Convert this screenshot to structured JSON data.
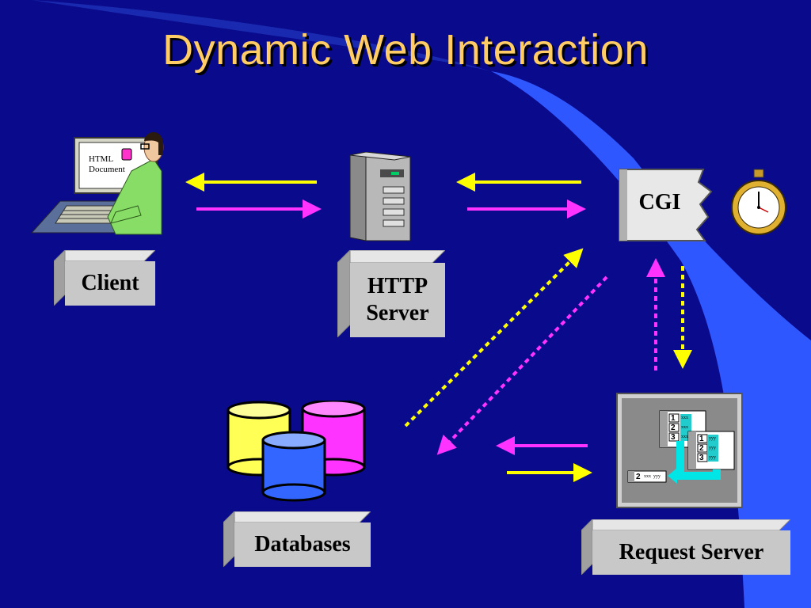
{
  "title": "Dynamic Web Interaction",
  "client": {
    "label": "Client",
    "screen_text_line1": "HTML",
    "screen_text_line2": "Document"
  },
  "http_server": {
    "label_line1": "HTTP",
    "label_line2": "Server"
  },
  "cgi": {
    "label": "CGI"
  },
  "databases": {
    "label": "Databases"
  },
  "request_server": {
    "label": "Request Server",
    "rows": [
      "1",
      "2",
      "3"
    ],
    "cell_x": "xxx",
    "cell_y": "yyy",
    "moved_row": "2"
  },
  "colors": {
    "background": "#0a0a8c",
    "title": "#ffcc66",
    "arrow_yellow": "#ffff00",
    "arrow_magenta": "#ff33ff",
    "label_box": "#c8c8c8",
    "sweep": "#2f57ff"
  }
}
